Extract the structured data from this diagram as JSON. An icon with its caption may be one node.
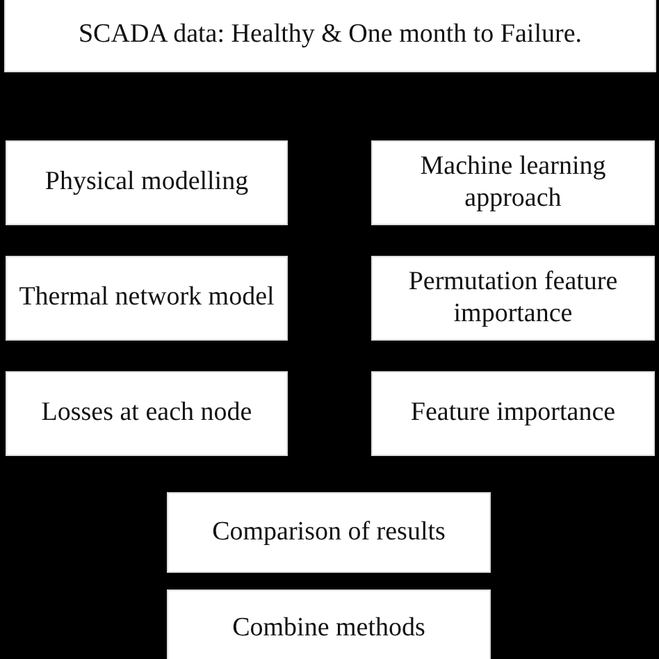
{
  "diagram": {
    "nodes": [
      {
        "text": [
          "SCADA data: Healthy & One month to Failure."
        ]
      },
      {
        "text": [
          "Physical modelling"
        ]
      },
      {
        "text": [
          "Machine learning approach"
        ]
      },
      {
        "text": [
          "Thermal network model"
        ]
      },
      {
        "text": [
          "Permutation feature importance"
        ]
      },
      {
        "text": [
          "Losses at each node"
        ]
      },
      {
        "text": [
          "Feature importance"
        ]
      },
      {
        "text": [
          "Comparison of results"
        ]
      },
      {
        "text": [
          "Combine methods"
        ]
      }
    ]
  }
}
